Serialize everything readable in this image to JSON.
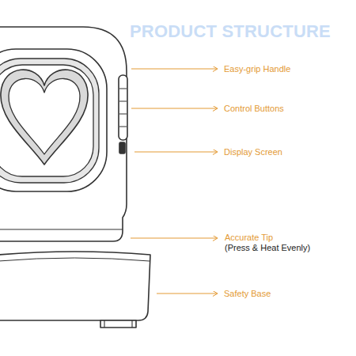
{
  "diagram": {
    "title": "PRODUCT STRUCTURE",
    "labels": [
      "Easy-grip Handle",
      "Control Buttons",
      "Display Screen",
      "Accurate Tip",
      "(Press & Heat Evenly)",
      "Safety Base"
    ]
  }
}
